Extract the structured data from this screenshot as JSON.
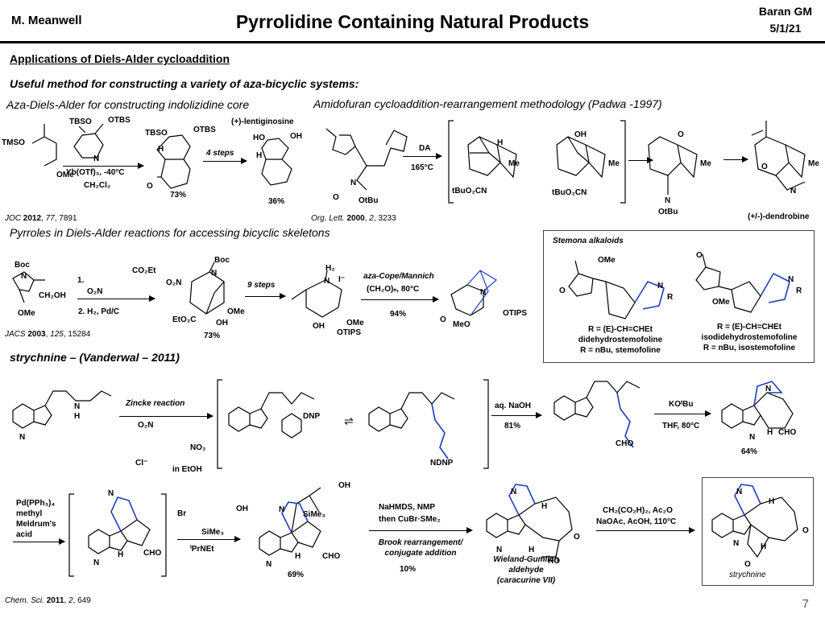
{
  "header": {
    "author": "M. Meanwell",
    "title": "Pyrrolidine Containing Natural Products",
    "group": "Baran GM",
    "date": "5/1/21"
  },
  "section_title": "Applications of Diels-Alder cycloaddition",
  "subtitle": "Useful method for constructing a variety of aza-bicyclic systems:",
  "aza_da": {
    "heading": "Aza-Diels-Alder for constructing indolizidine core",
    "reagent_top": "(+)-lentiginosine",
    "conditions1": "Yb(OTf)₃, -40°C",
    "conditions2": "CH₂Cl₂",
    "steps": "4 steps",
    "yield1": "73%",
    "yield2": "36%",
    "ref": {
      "journal": "JOC",
      "year": "2012",
      "vol": "77",
      "page": "7891"
    },
    "labels": {
      "tbso1": "TBSO",
      "otbs1": "OTBS",
      "tmso": "TMSO",
      "ome": "OMe",
      "n": "N",
      "tbso2": "TBSO",
      "otbs2": "OTBS",
      "h": "H",
      "ho": "HO",
      "oh": "OH",
      "o": "O"
    }
  },
  "padwa": {
    "heading": "Amidofuran cycloaddition-rearrangement methodology (Padwa -1997)",
    "da_label": "DA",
    "temp": "165°C",
    "ref": {
      "journal": "Org. Lett.",
      "year": "2000",
      "vol": "2",
      "page": "3233"
    },
    "product": "(+/-)-dendrobine",
    "labels": {
      "otbu": "OtBu",
      "tbuo2cn": "tBuO₂CN",
      "me": "Me",
      "oh": "OH",
      "h": "H",
      "n": "N",
      "o": "O"
    }
  },
  "pyrroles": {
    "heading": "Pyrroles in Diels-Alder reactions for accessing bicyclic skeletons",
    "step1": "1.",
    "step1_reagent": "CO₂Et",
    "step1_no2": "O₂N",
    "step2": "2. H₂, Pd/C",
    "boc": "Boc",
    "ch2oh": "CH₂OH",
    "ome": "OMe",
    "yield1": "73%",
    "steps": "9 steps",
    "azacope": "aza-Cope/Mannich",
    "azacope_reagent": "(CH₂O)ₙ, 80°C",
    "yield2": "94%",
    "ref": {
      "journal": "JACS",
      "year": "2003",
      "vol": "125",
      "page": "15284"
    },
    "labels": {
      "o2n": "O₂N",
      "etO2c": "EtO₂C",
      "oh": "OH",
      "otips": "OTIPS",
      "meo": "MeO",
      "n": "N",
      "h2": "H₂",
      "i": "I⁻"
    }
  },
  "stemona": {
    "title": "Stemona alkaloids",
    "left_caption1": "R = (E)-CH=CHEt",
    "left_caption2": "didehydrostemofoline",
    "left_caption3": "R = nBu, stemofoline",
    "right_caption1": "R = (E)-CH=CHEt",
    "right_caption2": "isodidehydrostemofoline",
    "right_caption3": "R = nBu, isostemofoline",
    "labels": {
      "ome": "OMe",
      "o": "O",
      "n": "N",
      "r": "R"
    }
  },
  "strychnine": {
    "heading": "strychnine – (Vanderwal – 2011)",
    "zincke": "Zincke reaction",
    "o2n": "O₂N",
    "no2": "NO₂",
    "cl": "Cl⁻",
    "in_etoh": "in EtOH",
    "dnp": "DNP",
    "ndnp": "NDNP",
    "naoh": "aq. NaOH",
    "yield_naoh": "81%",
    "kotbu": "KOᵗBu",
    "thf": "THF, 80°C",
    "yield_kotbu": "64%",
    "cho": "CHO",
    "pd_reagents": [
      "Pd(PPh₃)₄",
      "methyl",
      "Meldrum's",
      "acid"
    ],
    "br": "Br",
    "sime3": "SiMe₃",
    "iprnet": "ⁱPrNEt",
    "yield_69": "69%",
    "nahmds": "NaHMDS, NMP",
    "cubr": "then CuBr·SMe₂",
    "brook": "Brook rearrangement/",
    "conjugate": "conjugate addition",
    "yield_10": "10%",
    "wieland1": "Wieland-Gumlich",
    "wieland2": "aldehyde",
    "wieland3": "(caracurine VII)",
    "final_reagent1": "CH₂(CO₂H)₂, Ac₂O",
    "final_reagent2": "NaOAc, AcOH, 110°C",
    "strychnine": "strychnine",
    "ref": {
      "journal": "Chem. Sci.",
      "year": "2011",
      "vol": "2",
      "page": "649"
    },
    "labels": {
      "h": "H",
      "n": "N",
      "oh": "OH",
      "ho": "HO",
      "o": "O"
    }
  },
  "page_number": "7",
  "colors": {
    "bond": "#000000",
    "highlight": "#1f3fbf",
    "box": "#444444"
  }
}
